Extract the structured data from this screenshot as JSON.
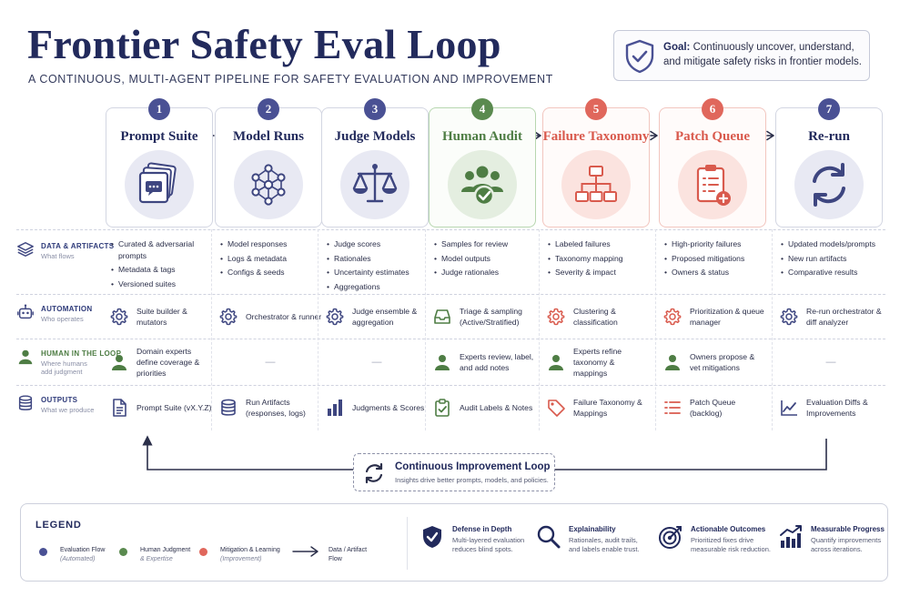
{
  "title": "Frontier Safety Eval Loop",
  "subtitle": "A CONTINUOUS, MULTI-AGENT PIPELINE FOR SAFETY EVALUATION AND IMPROVEMENT",
  "goal": {
    "label": "Goal:",
    "text": "Continuously uncover, understand, and mitigate safety risks in frontier models."
  },
  "colors": {
    "blue": "#4a5194",
    "green": "#5a8a4f",
    "red": "#e0675c",
    "navy": "#222a5c"
  },
  "rows": [
    {
      "label": "DATA & ARTIFACTS",
      "sub": "What flows",
      "icon": "layers-icon"
    },
    {
      "label": "AUTOMATION",
      "sub": "Who operates",
      "icon": "robot-icon"
    },
    {
      "label": "HUMAN IN THE LOOP",
      "sub": "Where humans add judgment",
      "icon": "person-icon"
    },
    {
      "label": "OUTPUTS",
      "sub": "What we produce",
      "icon": "database-icon"
    }
  ],
  "stages": [
    {
      "number": "1",
      "title": "Prompt Suite",
      "icon": "prompt-cards-icon",
      "data": [
        "Curated & adversarial prompts",
        "Metadata & tags",
        "Versioned suites"
      ],
      "automation": "Suite builder & mutators",
      "human": "Domain experts define coverage & priorities",
      "output": "Prompt Suite (vX.Y.Z)",
      "output_icon": "document-icon"
    },
    {
      "number": "2",
      "title": "Model Runs",
      "icon": "network-icon",
      "data": [
        "Model responses",
        "Logs & metadata",
        "Configs & seeds"
      ],
      "automation": "Orchestrator & runner",
      "human": "—",
      "output": "Run Artifacts (responses, logs)",
      "output_icon": "database-icon"
    },
    {
      "number": "3",
      "title": "Judge Models",
      "icon": "scales-icon",
      "data": [
        "Judge scores",
        "Rationales",
        "Uncertainty estimates",
        "Aggregations"
      ],
      "automation": "Judge ensemble & aggregation",
      "human": "—",
      "output": "Judgments & Scores",
      "output_icon": "bar-chart-icon"
    },
    {
      "number": "4",
      "title": "Human Audit",
      "icon": "group-check-icon",
      "data": [
        "Samples for review",
        "Model outputs",
        "Judge rationales"
      ],
      "automation": "Triage & sampling (Active/Stratified)",
      "human": "Experts review, label, and add notes",
      "output": "Audit Labels & Notes",
      "output_icon": "clipboard-check-icon"
    },
    {
      "number": "5",
      "title": "Failure Taxonomy",
      "icon": "hierarchy-icon",
      "data": [
        "Labeled failures",
        "Taxonomy mapping",
        "Severity & impact"
      ],
      "automation": "Clustering & classification",
      "human": "Experts refine taxonomy & mappings",
      "output": "Failure Taxonomy & Mappings",
      "output_icon": "tag-icon"
    },
    {
      "number": "6",
      "title": "Patch Queue",
      "icon": "clipboard-plus-icon",
      "data": [
        "High-priority failures",
        "Proposed mitigations",
        "Owners & status"
      ],
      "automation": "Prioritization & queue manager",
      "human": "Owners propose & vet mitigations",
      "output": "Patch Queue (backlog)",
      "output_icon": "list-icon"
    },
    {
      "number": "7",
      "title": "Re-run",
      "icon": "refresh-icon",
      "data": [
        "Updated models/prompts",
        "New run artifacts",
        "Comparative results"
      ],
      "automation": "Re-run orchestrator & diff analyzer",
      "human": "—",
      "output": "Evaluation Diffs & Improvements",
      "output_icon": "line-chart-icon"
    }
  ],
  "loop": {
    "title": "Continuous Improvement Loop",
    "subtitle": "Insights drive better prompts, models, and policies."
  },
  "legend": {
    "title": "LEGEND",
    "items": [
      {
        "label": "Evaluation Flow",
        "note": "(Automated)"
      },
      {
        "label": "Human Judgment",
        "note": "& Expertise"
      },
      {
        "label": "Mitigation & Learning",
        "note": "(Improvement)"
      },
      {
        "label": "Data / Artifact",
        "note": "Flow"
      }
    ],
    "pillars": [
      {
        "title": "Defense in Depth",
        "text": "Multi-layered evaluation reduces blind spots.",
        "icon": "shield-check-icon"
      },
      {
        "title": "Explainability",
        "text": "Rationales, audit trails, and labels enable trust.",
        "icon": "magnifier-icon"
      },
      {
        "title": "Actionable Outcomes",
        "text": "Prioritized fixes drive measurable risk reduction.",
        "icon": "target-icon"
      },
      {
        "title": "Measurable Progress",
        "text": "Quantify improvements across iterations.",
        "icon": "growth-chart-icon"
      }
    ]
  }
}
